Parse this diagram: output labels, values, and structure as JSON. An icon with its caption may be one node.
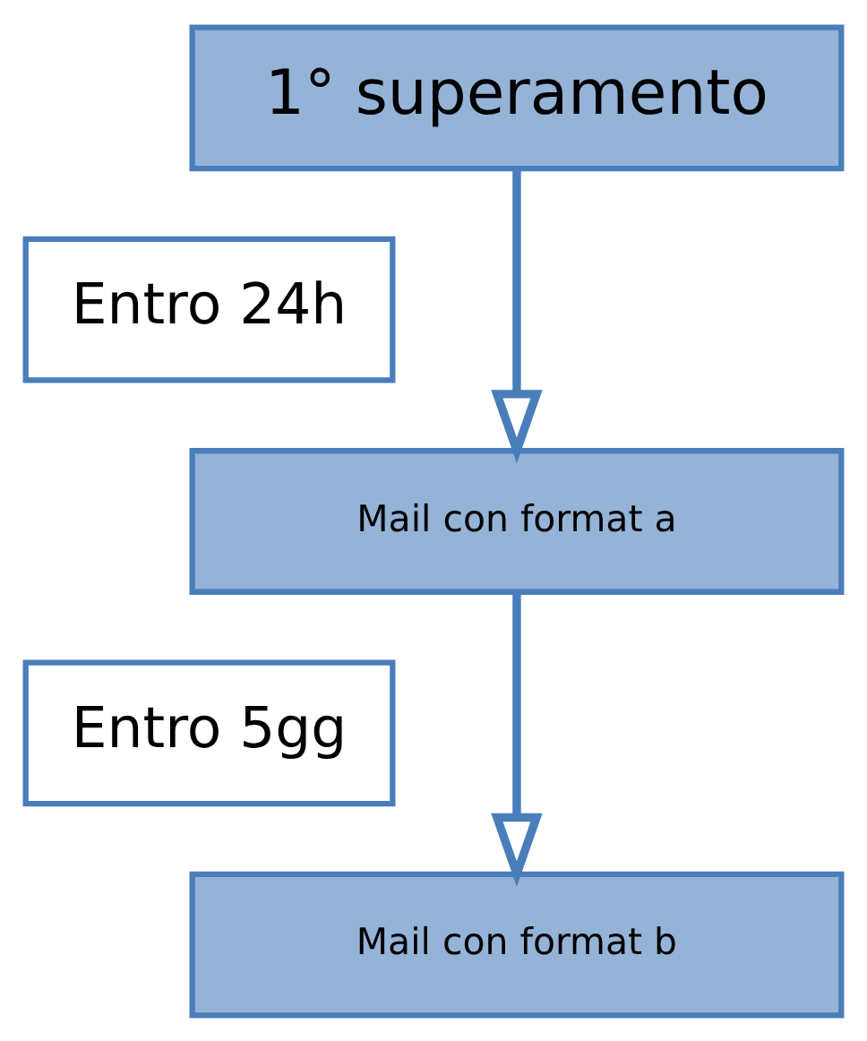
{
  "diagram": {
    "nodes": [
      {
        "text": [
          "1° superamento"
        ]
      },
      {
        "text": [
          "Entro 24h"
        ]
      },
      {
        "text": [
          "Mail con format a"
        ]
      },
      {
        "text": [
          "Entro 5gg"
        ]
      },
      {
        "text": [
          "Mail con format b"
        ]
      }
    ],
    "edges": [
      {
        "from": 0,
        "to": 2,
        "arrow": "to"
      },
      {
        "from": 2,
        "to": 4,
        "arrow": "to"
      }
    ]
  }
}
